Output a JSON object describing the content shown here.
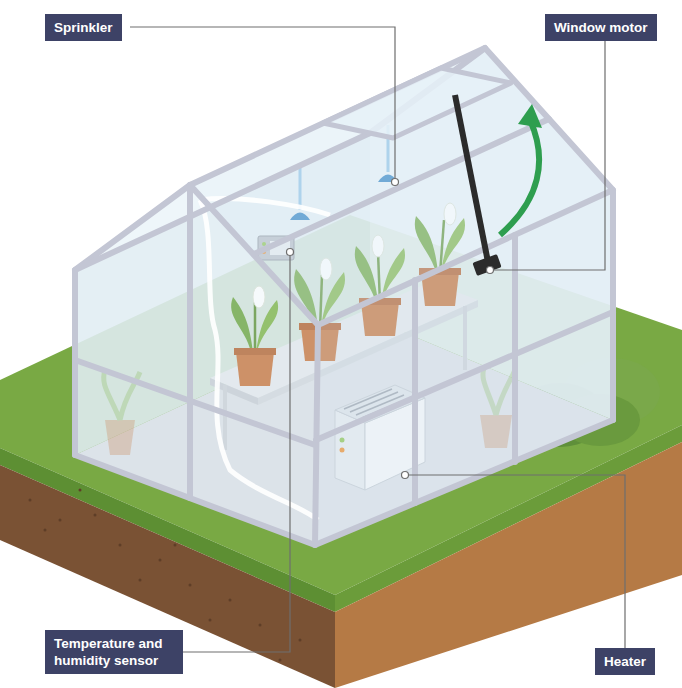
{
  "diagram": {
    "nodes": [
      {
        "text": [
          "Sprinkler"
        ]
      },
      {
        "text": [
          "Window motor"
        ]
      },
      {
        "text": [
          "Temperature and humidity sensor"
        ]
      },
      {
        "text": [
          "Heater"
        ]
      }
    ]
  }
}
